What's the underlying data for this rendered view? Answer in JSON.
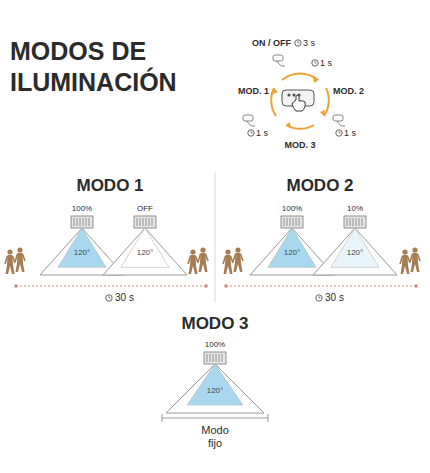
{
  "diagram": {
    "title": "MODOS DE ILUMINACIÓN",
    "nodes": [
      {
        "text": [
          "120°"
        ]
      },
      {
        "text": [
          "120°"
        ]
      },
      {
        "text": [
          "120°"
        ]
      },
      {
        "text": [
          "120°"
        ]
      },
      {
        "text": [
          "120°"
        ]
      }
    ],
    "labels": [
      "ON / OFF",
      "3 s",
      "1 s",
      "MOD. 1",
      "MOD. 2",
      "1 s",
      "1 s",
      "MOD. 3",
      "MODO 1",
      "MODO 2",
      "100%",
      "OFF",
      "30 s",
      "100%",
      "10%",
      "30 s",
      "MODO 3",
      "100%",
      "Modo fijo"
    ]
  }
}
